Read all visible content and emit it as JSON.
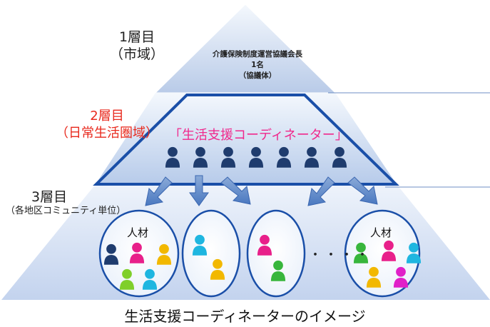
{
  "level1": {
    "line1": "1層目",
    "line2": "（市域）"
  },
  "council": {
    "line1": "介護保険制度運営協議会長",
    "line2": "1名",
    "line3": "（協議体）"
  },
  "level2": {
    "line1": "2層目",
    "line2": "（日常生活圏域）"
  },
  "coordinator_label": "「生活支援コーディネーター」",
  "level3": {
    "line1": "3層目",
    "line2": "（各地区コミュニティ単位）"
  },
  "talent_left": "人材",
  "talent_right": "人材",
  "ellipsis": "・・・・",
  "caption": "生活支援コーディネーターのイメージ",
  "colors": {
    "navy": "#1f3c6e",
    "pink": "#e8208a",
    "yellow": "#f2b800",
    "green": "#7fcf2a",
    "cyan": "#1fb6e0",
    "lime": "#38b63c",
    "magenta": "#e020c8",
    "red_label": "#e8281c",
    "outline": "#1a4fa8"
  }
}
